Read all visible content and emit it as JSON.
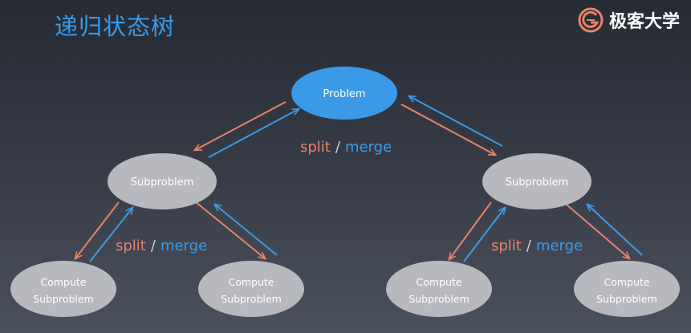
{
  "header": {
    "title": "递归状态树",
    "logo_text": "极客大学"
  },
  "nodes": {
    "root": "Problem",
    "left": "Subproblem",
    "right": "Subproblem",
    "leaf_line1": "Compute",
    "leaf_line2": "Subproblem"
  },
  "edge_labels": {
    "split": "split",
    "slash": "/",
    "merge": "merge"
  },
  "colors": {
    "title": "#3b9ae8",
    "root_fill": "#3b9ae8",
    "node_fill": "#b7b9be",
    "split_arrow": "#e8826a",
    "merge_arrow": "#3b9ae8"
  }
}
